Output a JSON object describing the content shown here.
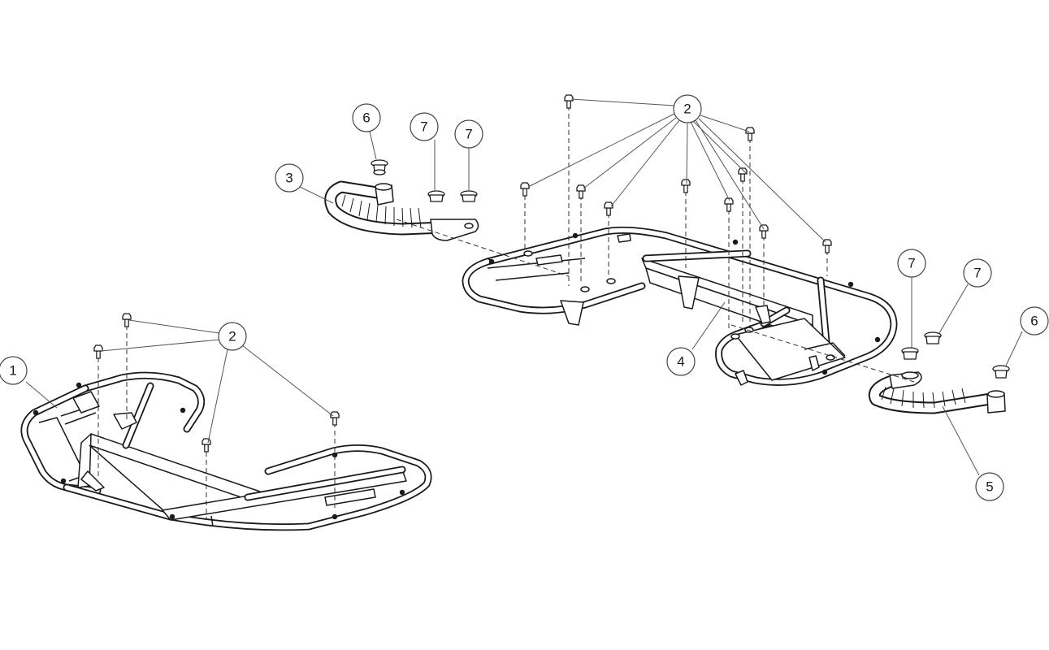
{
  "callouts": {
    "front_rack": "1",
    "bolt": "2",
    "left_handle": "3",
    "rear_rack": "4",
    "right_handle": "5",
    "end_cap": "6",
    "plug": "7"
  }
}
